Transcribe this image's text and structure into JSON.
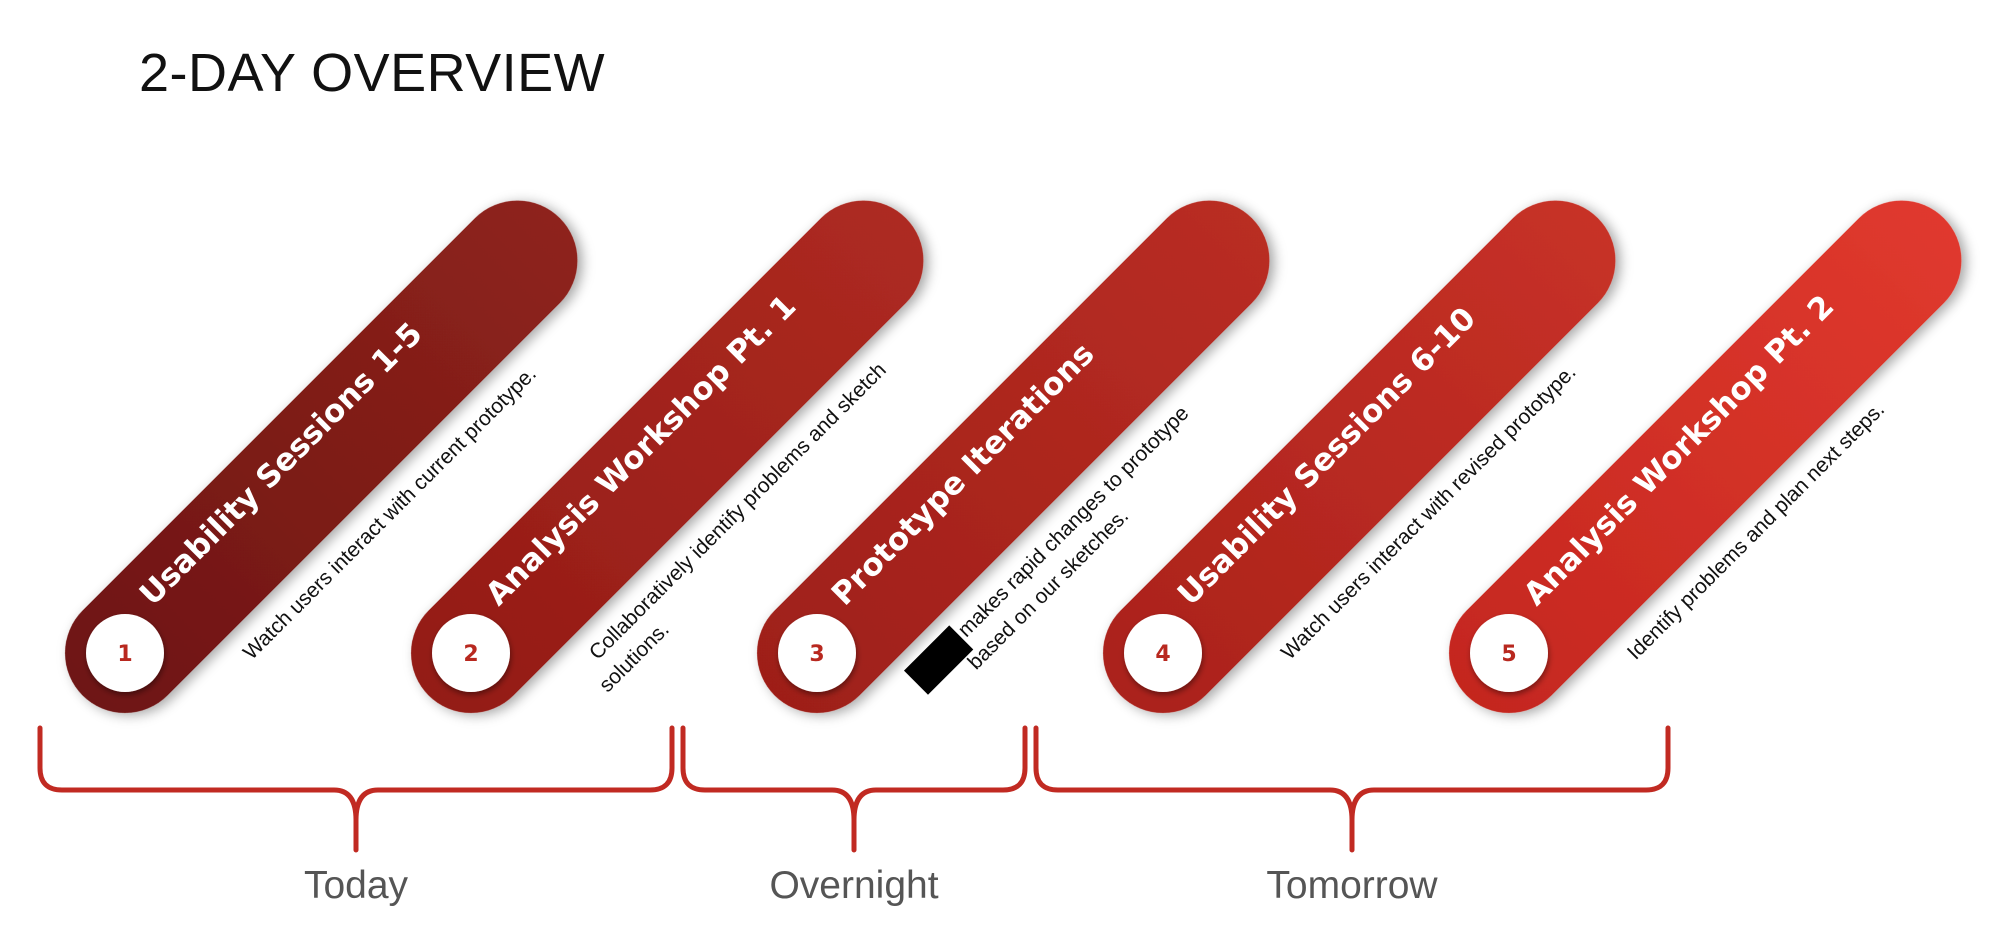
{
  "title": "2-DAY OVERVIEW",
  "colors": {
    "bracket": "#c12a22",
    "number": "#b8281f",
    "phase_text": "#555555"
  },
  "steps": [
    {
      "number": "1",
      "title": "Usability Sessions 1-5",
      "description": [
        "Watch users interact with current prototype."
      ],
      "color_start": "#6e1512",
      "color_end": "#8e231c"
    },
    {
      "number": "2",
      "title": "Analysis Workshop Pt. 1",
      "description": [
        "Collaboratively identify problems and sketch",
        "solutions."
      ],
      "color_start": "#931b16",
      "color_end": "#ad2a21"
    },
    {
      "number": "3",
      "title": "Prototype Iterations",
      "description": [
        "makes rapid changes to prototype",
        "based on our sketches."
      ],
      "redacted": true,
      "color_start": "#9e1f19",
      "color_end": "#b92d23"
    },
    {
      "number": "4",
      "title": "Usability Sessions 6-10",
      "description": [
        "Watch users interact with revised prototype."
      ],
      "color_start": "#aa221b",
      "color_end": "#c73127"
    },
    {
      "number": "5",
      "title": "Analysis Workshop Pt. 2",
      "description": [
        "Identify problems and plan next steps."
      ],
      "color_start": "#c4271f",
      "color_end": "#e0392e"
    }
  ],
  "phases": [
    {
      "label": "Today"
    },
    {
      "label": "Overnight"
    },
    {
      "label": "Tomorrow"
    }
  ]
}
